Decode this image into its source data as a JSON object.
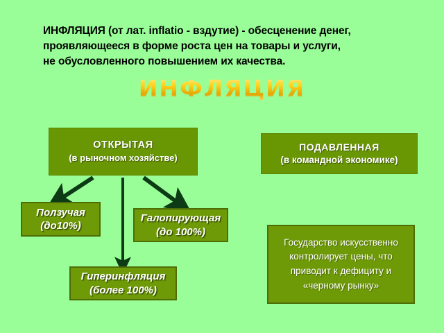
{
  "slide": {
    "background_color": "#99fe98",
    "box_fill_color": "#699703",
    "box_border_color": "#4d6d06",
    "arrow_color": "#0c3b15",
    "text_color": "#ffffff",
    "title_color": "#ffd21c"
  },
  "definition": {
    "lines": [
      "ИНФЛЯЦИЯ (от лат. inflatio - вздутие) - обесценение денег,",
      "проявляющееся в форме роста цен на товары и услуги,",
      "не обусловленного повышением их качества."
    ],
    "full_text": "ИНФЛЯЦИЯ (от лат. inflatio - вздутие) - обесценение денег, проявляющееся в форме роста цен на товары и услуги, не обусловленного повышением их качества."
  },
  "title": {
    "text": "ИНФЛЯЦИЯ"
  },
  "boxes": {
    "open": {
      "line1": "ОТКРЫТАЯ",
      "line2": "(в рыночном хозяйстве)"
    },
    "suppressed": {
      "line1": "ПОДАВЛЕННАЯ",
      "line2": "(в командной экономике)"
    },
    "creeping": {
      "line1": "Ползучая",
      "line2": "(до10%)"
    },
    "galloping": {
      "line1": "Галопирующая",
      "line2": "(до 100%)"
    },
    "hyper": {
      "line1": "Гиперинфляция",
      "line2": "(более 100%)"
    },
    "explanation": {
      "line1": "Государство искусственно",
      "line2": "контролирует цены, что",
      "line3": "приводит к дефициту и",
      "line4": "«черному рынку»",
      "full_text": "Государство искусственно контролирует цены, что приводит к дефициту и «черному рынку»"
    }
  },
  "arrows": [
    {
      "name": "arrow-open-to-creeping",
      "from": "open",
      "to": "creeping",
      "direction": "down-left"
    },
    {
      "name": "arrow-open-to-hyper",
      "from": "open",
      "to": "hyper",
      "direction": "down"
    },
    {
      "name": "arrow-open-to-galloping",
      "from": "open",
      "to": "galloping",
      "direction": "down-right"
    }
  ]
}
